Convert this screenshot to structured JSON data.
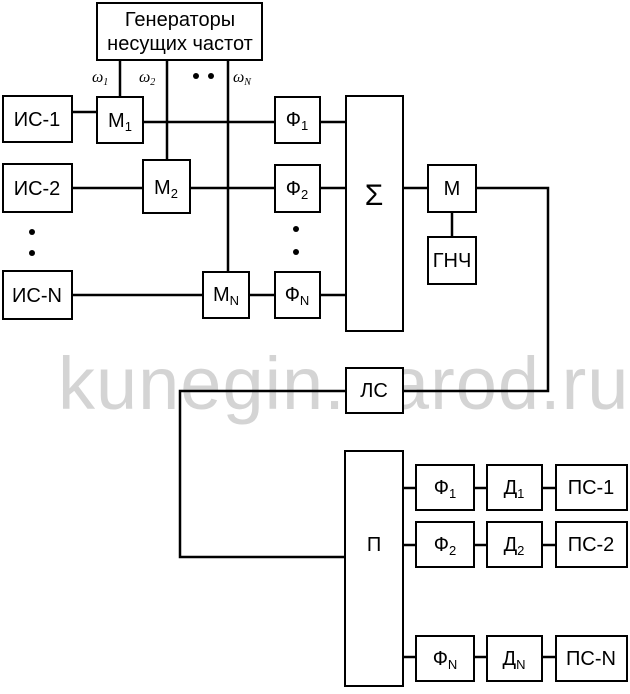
{
  "watermark": "kunegin.narod.ru",
  "generators": {
    "line1": "Генераторы",
    "line2": "несущих частот"
  },
  "frequencies": [
    {
      "sym": "ω",
      "sub": "1"
    },
    {
      "sym": "ω",
      "sub": "2"
    },
    {
      "sym": "ω",
      "sub": "N"
    }
  ],
  "sources": [
    "ИС-1",
    "ИС-2",
    "ИС-N"
  ],
  "modulators": [
    {
      "base": "М",
      "sub": "1"
    },
    {
      "base": "М",
      "sub": "2"
    },
    {
      "base": "М",
      "sub": "N"
    }
  ],
  "tx_filters": [
    {
      "base": "Ф",
      "sub": "1"
    },
    {
      "base": "Ф",
      "sub": "2"
    },
    {
      "base": "Ф",
      "sub": "N"
    }
  ],
  "summator": "Σ",
  "group_modulator": "М",
  "group_generator": "ГНЧ",
  "line": "ЛС",
  "receiver": "П",
  "rx_filters": [
    {
      "base": "Ф",
      "sub": "1"
    },
    {
      "base": "Ф",
      "sub": "2"
    },
    {
      "base": "Ф",
      "sub": "N"
    }
  ],
  "detectors": [
    {
      "base": "Д",
      "sub": "1"
    },
    {
      "base": "Д",
      "sub": "2"
    },
    {
      "base": "Д",
      "sub": "N"
    }
  ],
  "sinks": [
    "ПС-1",
    "ПС-2",
    "ПС-N"
  ]
}
